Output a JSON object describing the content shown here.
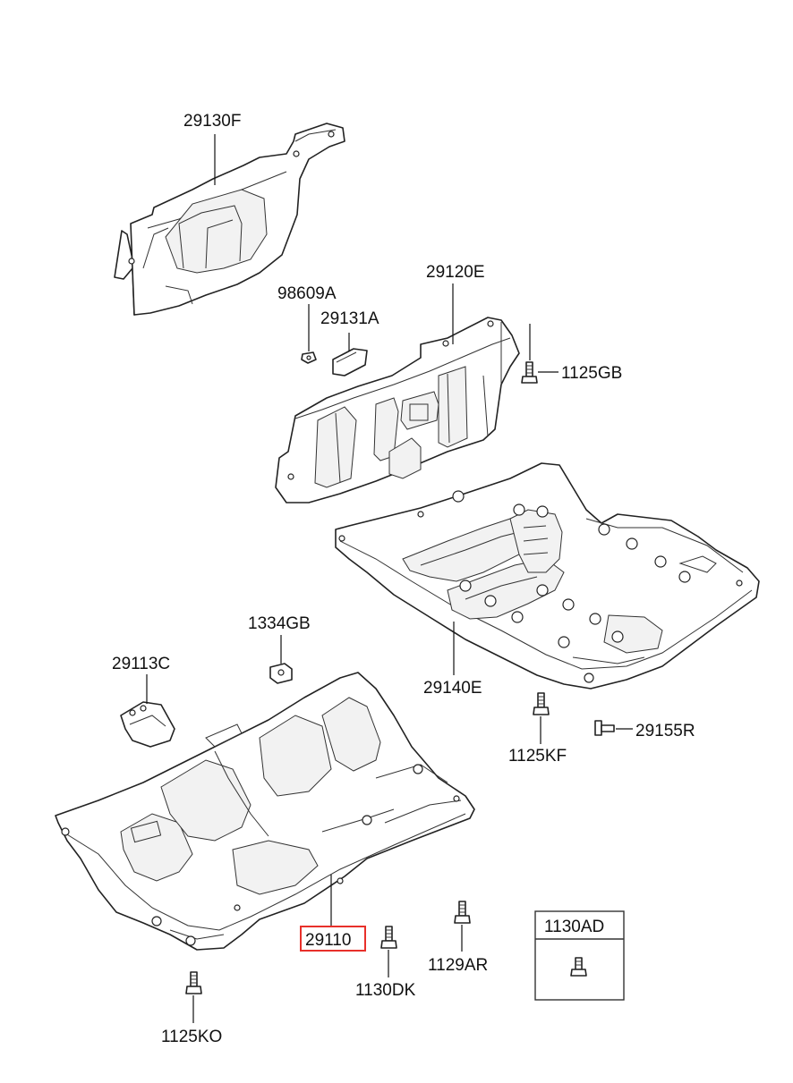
{
  "labels": {
    "p29130F": "29130F",
    "p98609A": "98609A",
    "p29131A": "29131A",
    "p29120E": "29120E",
    "p1125GB": "1125GB",
    "p1334GB": "1334GB",
    "p29113C": "29113C",
    "p29140E": "29140E",
    "p1125KF": "1125KF",
    "p29155R": "29155R",
    "p29110": "29110",
    "p1130DK": "1130DK",
    "p1129AR": "1129AR",
    "p1130AD": "1130AD",
    "p1125KO": "1125KO"
  },
  "colors": {
    "highlight": "#e8302a",
    "line": "#222222"
  }
}
